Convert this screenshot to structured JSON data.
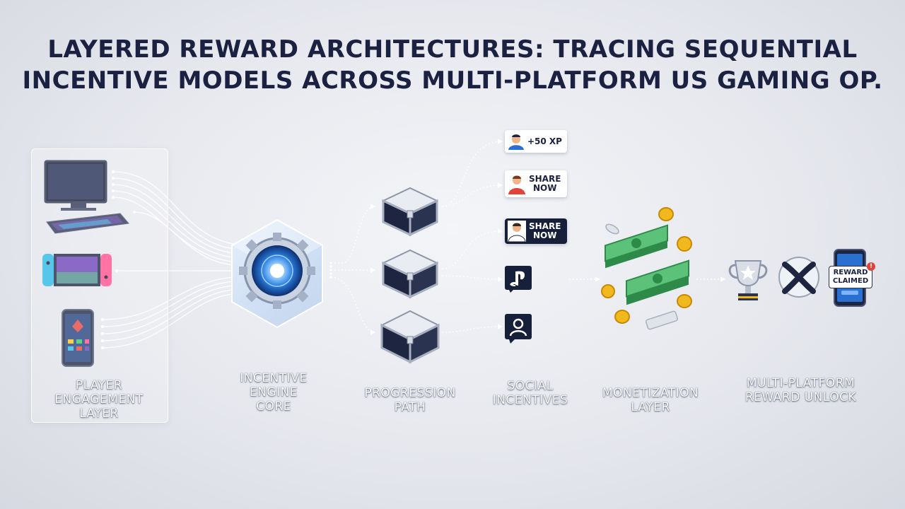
{
  "title": {
    "line1": "LAYERED REWARD ARCHITECTURES: TRACING SEQUENTIAL",
    "line2": "INCENTIVE MODELS ACROSS MULTI-PLATFORM US GAMING OP."
  },
  "stages": [
    {
      "id": "player",
      "label_lines": [
        "PLAYER",
        "ENGAGEMENT",
        "LAYER"
      ]
    },
    {
      "id": "engine",
      "label_lines": [
        "INCENTIVE",
        "ENGINE",
        "CORE"
      ]
    },
    {
      "id": "progression",
      "label_lines": [
        "PROGRESSION",
        "PATH"
      ]
    },
    {
      "id": "social",
      "label_lines": [
        "SOCIAL",
        "INCENTIVES"
      ]
    },
    {
      "id": "monetization",
      "label_lines": [
        "MONETIZATION",
        "LAYER"
      ]
    },
    {
      "id": "unlock",
      "label_lines": [
        "MULTI-PLATFORM",
        "REWARD UNLOCK"
      ]
    }
  ],
  "social_items": [
    {
      "type": "avatar-pill",
      "text": "+50 XP"
    },
    {
      "type": "avatar-pill",
      "text_lines": [
        "SHARE",
        "NOW"
      ]
    },
    {
      "type": "avatar-pill-dark",
      "text_lines": [
        "SHARE",
        "NOW"
      ]
    },
    {
      "type": "playstation-icon"
    },
    {
      "type": "profile-icon"
    }
  ],
  "reward_badge": {
    "lines": [
      "REWARD",
      "CLAIMED"
    ],
    "count": "!"
  },
  "colors": {
    "title": "#1b2140",
    "accent_blue": "#3aa0ff",
    "navy": "#17203b",
    "cash_green": "#3aa65a",
    "coin_gold": "#f2b81f"
  }
}
